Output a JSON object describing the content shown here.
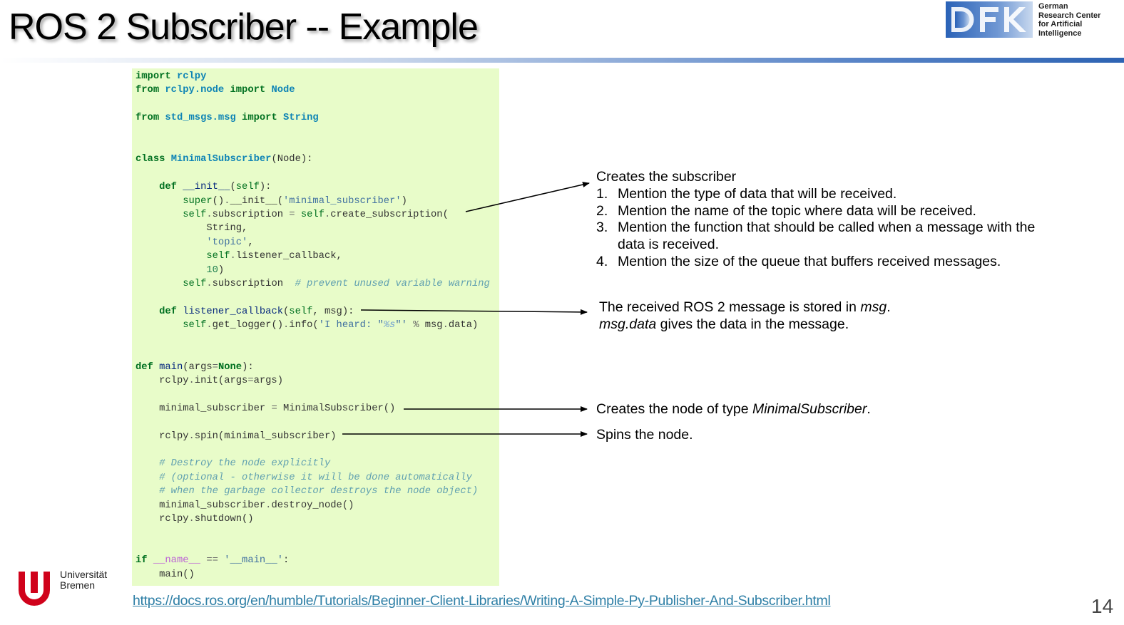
{
  "slide": {
    "title": "ROS 2 Subscriber -- Example",
    "page_number": "14"
  },
  "logos": {
    "dfki": {
      "line1": "German",
      "line2": "Research Center",
      "line3": "for Artificial",
      "line4": "Intelligence"
    },
    "university": {
      "line1": "Universität",
      "line2": "Bremen"
    }
  },
  "code": {
    "language": "python",
    "lines": [
      "import rclpy",
      "from rclpy.node import Node",
      "",
      "from std_msgs.msg import String",
      "",
      "",
      "class MinimalSubscriber(Node):",
      "",
      "    def __init__(self):",
      "        super().__init__('minimal_subscriber')",
      "        self.subscription = self.create_subscription(",
      "            String,",
      "            'topic',",
      "            self.listener_callback,",
      "            10)",
      "        self.subscription  # prevent unused variable warning",
      "",
      "    def listener_callback(self, msg):",
      "        self.get_logger().info('I heard: \"%s\"' % msg.data)",
      "",
      "",
      "def main(args=None):",
      "    rclpy.init(args=args)",
      "",
      "    minimal_subscriber = MinimalSubscriber()",
      "",
      "    rclpy.spin(minimal_subscriber)",
      "",
      "    # Destroy the node explicitly",
      "    # (optional - otherwise it will be done automatically",
      "    # when the garbage collector destroys the node object)",
      "    minimal_subscriber.destroy_node()",
      "    rclpy.shutdown()",
      "",
      "",
      "if __name__ == '__main__':",
      "    main()"
    ]
  },
  "annotations": {
    "subscriber": {
      "heading": "Creates the subscriber",
      "items": [
        "Mention the type of data that will be received.",
        "Mention the name of the topic where data will be received.",
        "Mention the function that should  be called when a message with the",
        "Mention the size of the queue that buffers received messages."
      ],
      "item3_continuation": "data is received."
    },
    "callback": {
      "line1_text": "The received ROS 2 message is stored in ",
      "line1_em": "msg",
      "line1_end": ".",
      "line2_em": "msg.data",
      "line2_text": " gives the data in the message."
    },
    "node": {
      "text": "Creates the node of type ",
      "em": "MinimalSubscriber",
      "end": "."
    },
    "spin": {
      "text": "Spins the node."
    }
  },
  "source": {
    "link_text": "https://docs.ros.org/en/humble/Tutorials/Beginner-Client-Libraries/Writing-A-Simple-Py-Publisher-And-Subscriber.html"
  }
}
